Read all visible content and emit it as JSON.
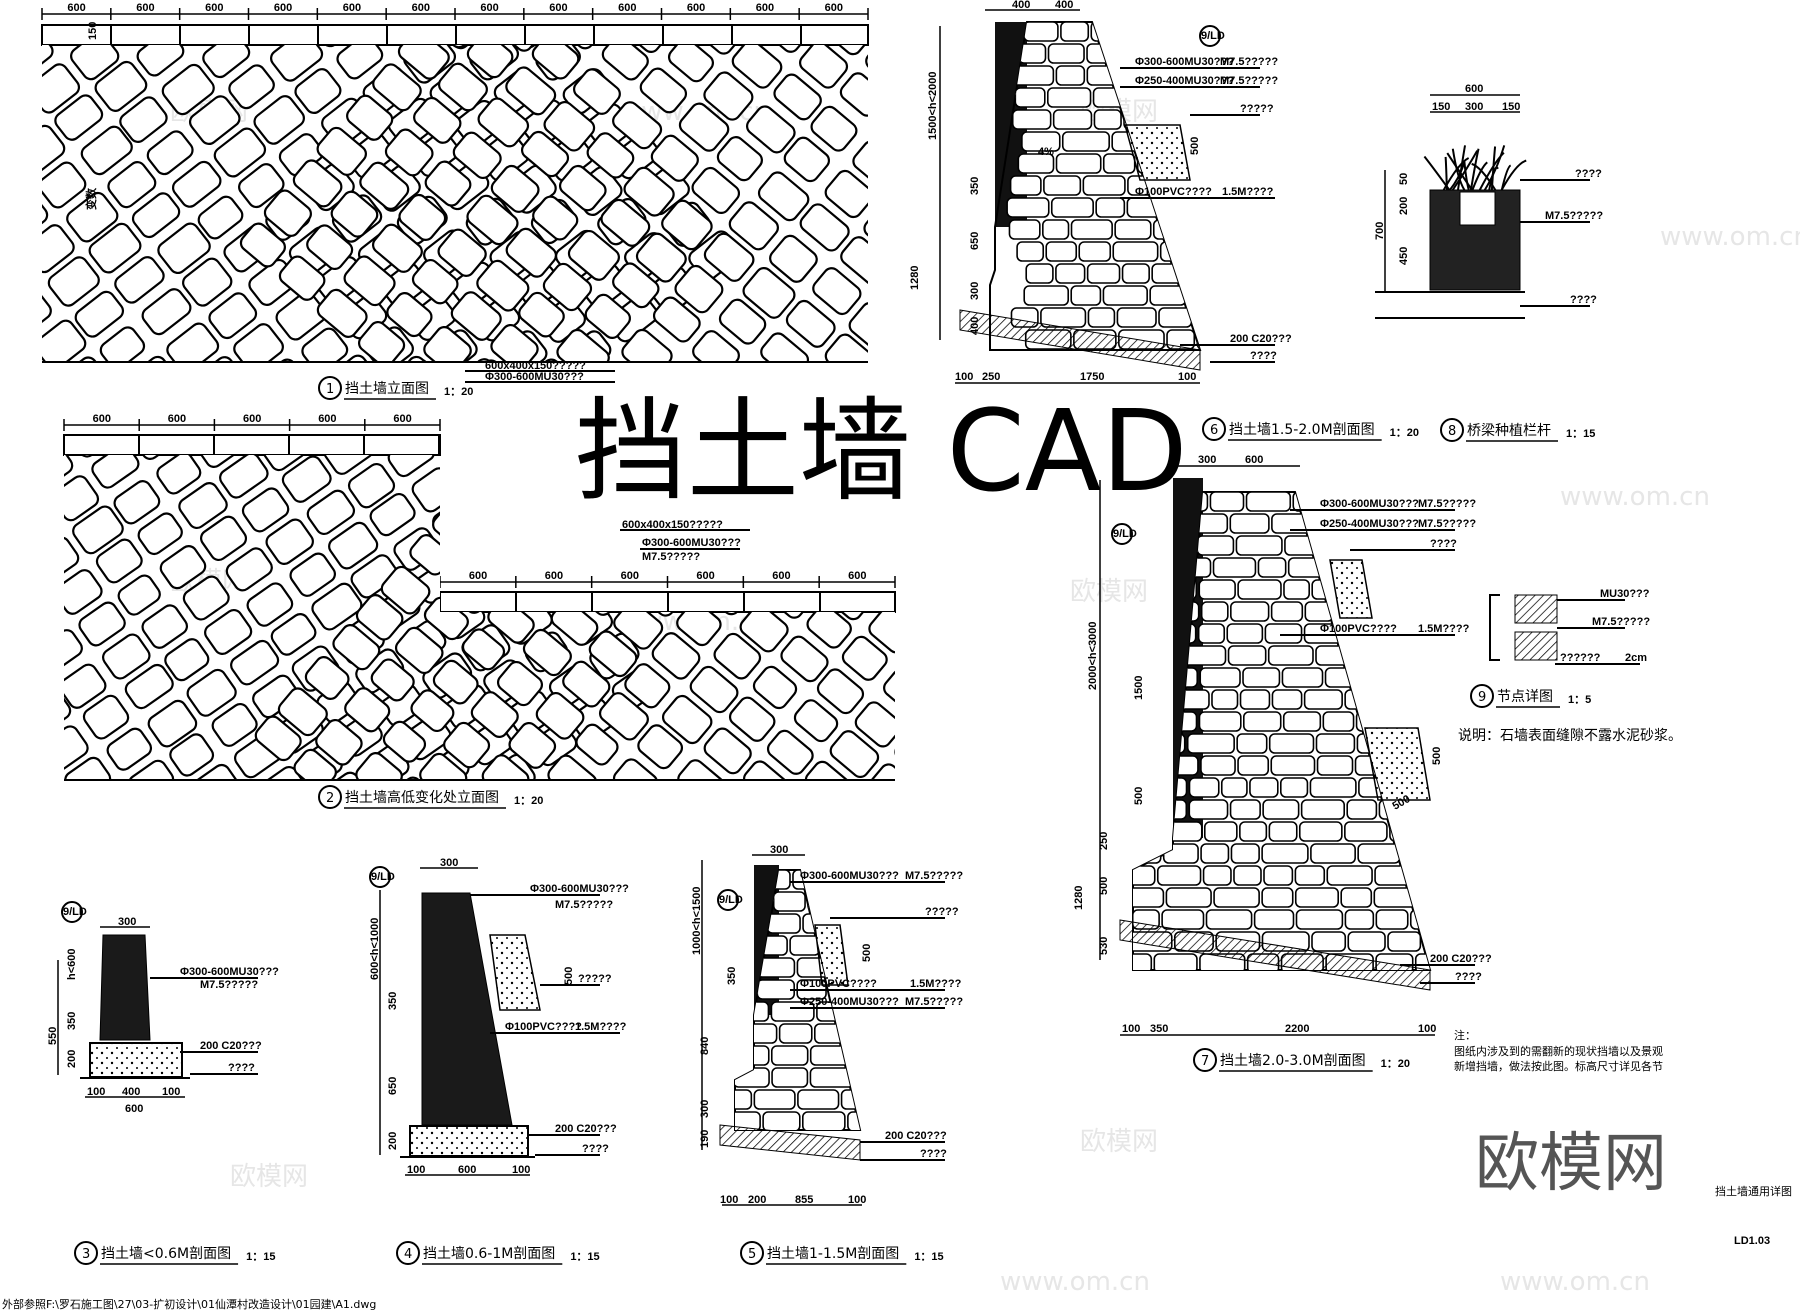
{
  "sheet": {
    "main_title": "挡土墙 CAD",
    "sheet_name": "挡土墙通用详图",
    "sheet_number": "LD1.03",
    "xref_path": "外部参照F:\\罗石施工图\\27\\03-扩初设计\\01仙潭村改造设计\\01园建\\A1.dwg",
    "watermark_logo": "欧模网",
    "watermark_url": "www.om.cn"
  },
  "drawings": [
    {
      "num": "1",
      "title": "挡土墙立面图",
      "scale": "1：20"
    },
    {
      "num": "2",
      "title": "挡土墙高低变化处立面图",
      "scale": "1：20"
    },
    {
      "num": "3",
      "title": "挡土墙<0.6M剖面图",
      "scale": "1：15"
    },
    {
      "num": "4",
      "title": "挡土墙0.6-1M剖面图",
      "scale": "1：15"
    },
    {
      "num": "5",
      "title": "挡土墙1-1.5M剖面图",
      "scale": "1：15"
    },
    {
      "num": "6",
      "title": "挡土墙1.5-2.0M剖面图",
      "scale": "1：20"
    },
    {
      "num": "7",
      "title": "挡土墙2.0-3.0M剖面图",
      "scale": "1：20"
    },
    {
      "num": "8",
      "title": "桥梁种植栏杆",
      "scale": "1：15"
    },
    {
      "num": "9",
      "title": "节点详图",
      "scale": "1：5"
    }
  ],
  "dimensions": {
    "elev_top": [
      "600",
      "600",
      "600",
      "600",
      "600",
      "600",
      "600",
      "600",
      "600",
      "600",
      "600",
      "600"
    ],
    "elev2_top": [
      "600",
      "600",
      "600",
      "600",
      "600"
    ],
    "elev2_low": [
      "600",
      "600",
      "600",
      "600",
      "600",
      "600"
    ],
    "cap": "150",
    "var": "变数",
    "d6": {
      "w1": "400",
      "w2": "400",
      "h": "1500<h<2000",
      "h2": "350",
      "h3": "650",
      "h4": "300",
      "h5": "400",
      "tot": "1280",
      "b1": "100",
      "b2": "250",
      "b3": "1750",
      "b4": "100",
      "slope": "4%",
      "fill": "500"
    },
    "d7": {
      "w1": "300",
      "w2": "600",
      "h": "2000<h<3000",
      "h2": "1500",
      "h3": "500",
      "h4": "250",
      "h5": "500",
      "h6": "530",
      "tot": "1280",
      "b1": "100",
      "b2": "350",
      "b3": "2200",
      "b4": "100",
      "fill": "500"
    },
    "d8": {
      "w": "600",
      "w1": "150",
      "w2": "300",
      "w3": "150",
      "h1": "50",
      "h2": "200",
      "h3": "450",
      "tot": "700"
    },
    "d3": {
      "w": "300",
      "h": "h<600",
      "h2": "350",
      "h3": "200",
      "tot": "550",
      "b1": "100",
      "b2": "400",
      "b3": "100",
      "base": "600"
    },
    "d4": {
      "w": "300",
      "h": "600<h<1000",
      "h2": "350",
      "h3": "650",
      "h4": "200",
      "b1": "100",
      "b2": "600",
      "b3": "100",
      "fill": "500"
    },
    "d5": {
      "w": "300",
      "h": "1000<h<1500",
      "h2": "350",
      "h3": "840",
      "h4": "300",
      "h5": "190",
      "b1": "100",
      "b2": "200",
      "b3": "855",
      "b4": "100",
      "fill": "500"
    }
  },
  "annotations": {
    "stone_block": "600x400x150?????",
    "pipe_a": "Φ300-600MU30???",
    "mortar": "M7.5?????",
    "pipe_b": "Φ250-400MU30???",
    "pvc": "Φ100PVC????",
    "slope": "1.5M????",
    "concrete": "200 C20???",
    "gravel": "????",
    "misc": "?????",
    "detail_ref": "9/LD",
    "node_a": "MU30???",
    "node_b": "M7.5?????",
    "node_c": "??????",
    "node_d": "2cm"
  },
  "notes": {
    "description": "说明：石墙表面缝隙不露水泥砂浆。",
    "heading": "注：",
    "line1": "图纸内涉及到的需翻新的现状挡墙以及景观",
    "line2": "新增挡墙，做法按此图。标高尺寸详见各节"
  }
}
